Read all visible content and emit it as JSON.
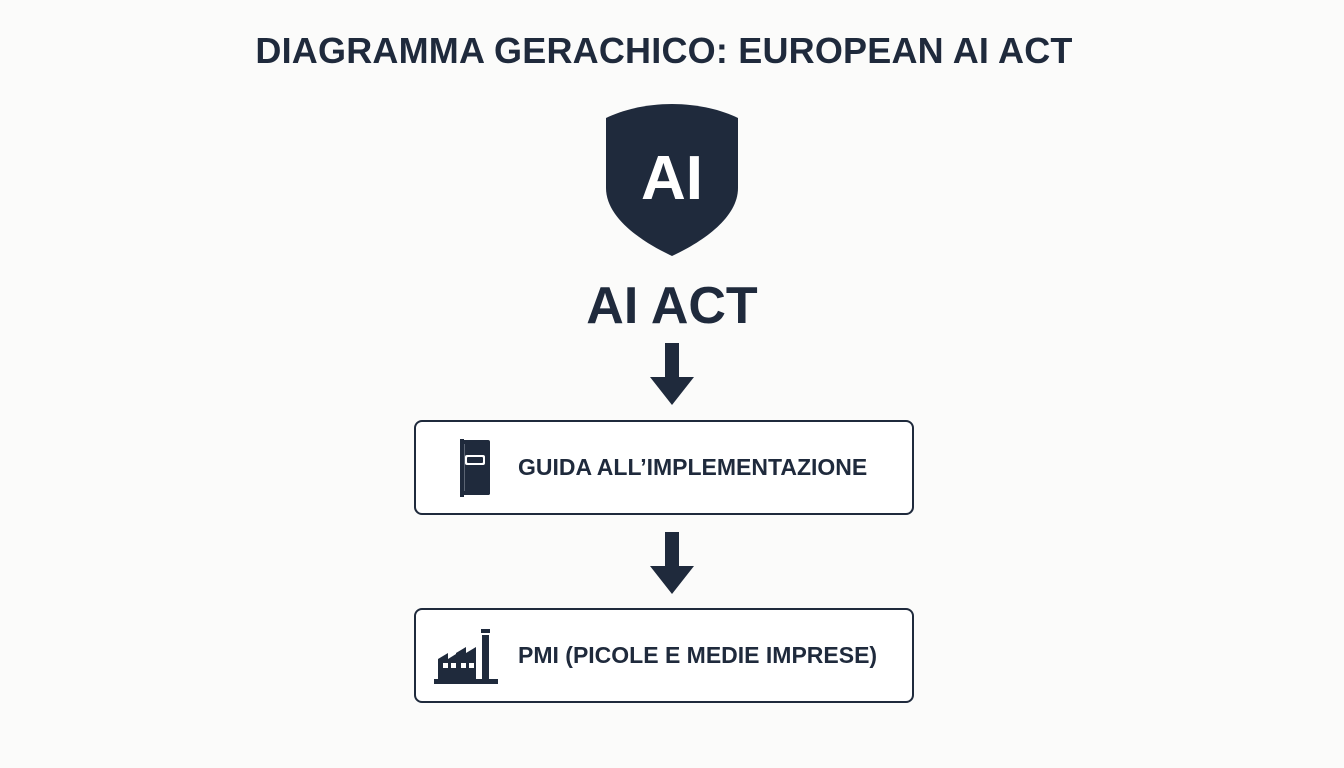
{
  "title": "DIAGRAMMA GERACHICO: EUROPEAN AI ACT",
  "top_node": {
    "icon": "shield-icon",
    "badge_text": "AI",
    "label": "AI ACT"
  },
  "nodes": [
    {
      "icon": "book-icon",
      "label": "GUIDA ALL’IMPLEMENTAZIONE"
    },
    {
      "icon": "factory-icon",
      "label": "PMI (PICOLE E MEDIE IMPRESE)"
    }
  ],
  "colors": {
    "primary": "#1f2a3c",
    "background": "#fbfbfa",
    "box_fill": "#ffffff"
  }
}
